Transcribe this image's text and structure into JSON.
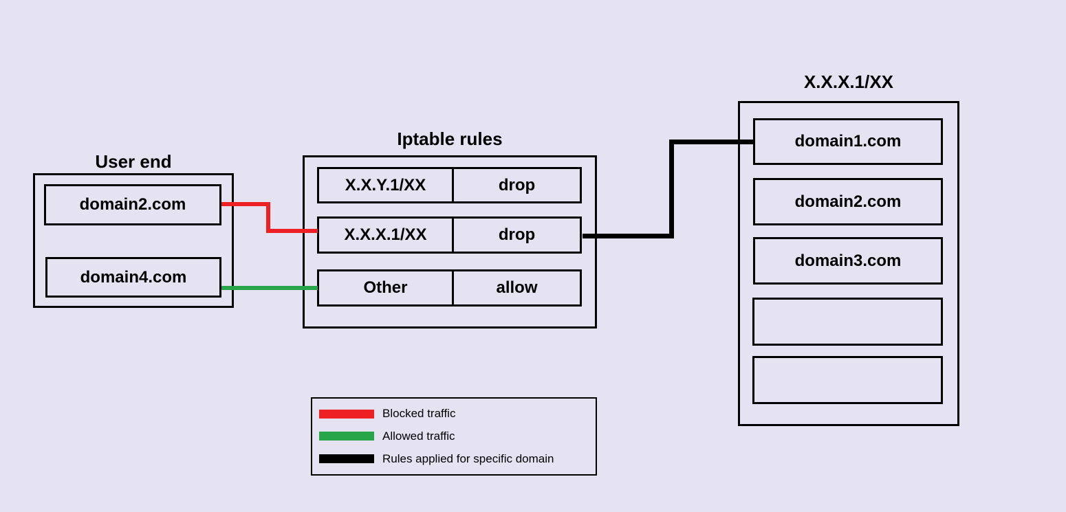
{
  "colors": {
    "background": "#e5e2f2",
    "border": "#000000",
    "blocked": "#ed2024",
    "allowed": "#28a549",
    "rule": "#000000"
  },
  "user_end": {
    "title": "User end",
    "items": [
      {
        "label": "domain2.com"
      },
      {
        "label": "domain4.com"
      }
    ]
  },
  "iptable": {
    "title": "Iptable rules",
    "rows": [
      {
        "match": "X.X.Y.1/XX",
        "action": "drop"
      },
      {
        "match": "X.X.X.1/XX",
        "action": "drop"
      },
      {
        "match": "Other",
        "action": "allow"
      }
    ]
  },
  "subnet": {
    "title": "X.X.X.1/XX",
    "items": [
      {
        "label": "domain1.com"
      },
      {
        "label": "domain2.com"
      },
      {
        "label": "domain3.com"
      },
      {
        "label": ""
      },
      {
        "label": ""
      }
    ]
  },
  "legend": {
    "entries": [
      {
        "color": "#ed2024",
        "label": "Blocked traffic"
      },
      {
        "color": "#28a549",
        "label": "Allowed traffic"
      },
      {
        "color": "#000000",
        "label": "Rules applied for specific domain"
      }
    ]
  }
}
